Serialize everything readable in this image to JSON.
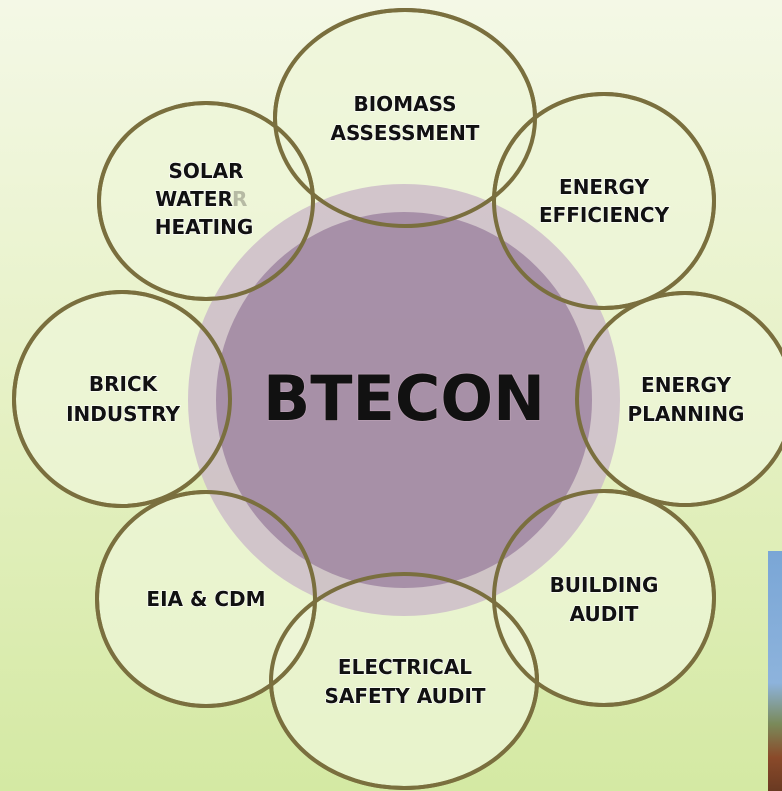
{
  "diagram": {
    "center": {
      "label": "BTECON"
    },
    "nodes": [
      {
        "lines": [
          "BIOMASS",
          "ASSESSMENT"
        ]
      },
      {
        "lines": [
          "ENERGY",
          "EFFICIENCY"
        ]
      },
      {
        "lines": [
          "ENERGY",
          "PLANNING"
        ]
      },
      {
        "lines": [
          "BUILDING",
          "AUDIT"
        ]
      },
      {
        "lines": [
          "ELECTRICAL",
          "SAFETY AUDIT"
        ]
      },
      {
        "lines": [
          "EIA & CDM"
        ]
      },
      {
        "lines": [
          "BRICK",
          "INDUSTRY"
        ]
      },
      {
        "lines": [
          "SOLAR",
          "WATER",
          "HEATING"
        ]
      }
    ]
  },
  "colors": {
    "background_top": "#f4f8e6",
    "background_bottom": "#d4e9a3",
    "center_fill": "#a48da5",
    "center_ring": "#cdbcc9",
    "node_fill": "#eef5d8",
    "outline": "#7a6f3e",
    "text": "#111111"
  }
}
